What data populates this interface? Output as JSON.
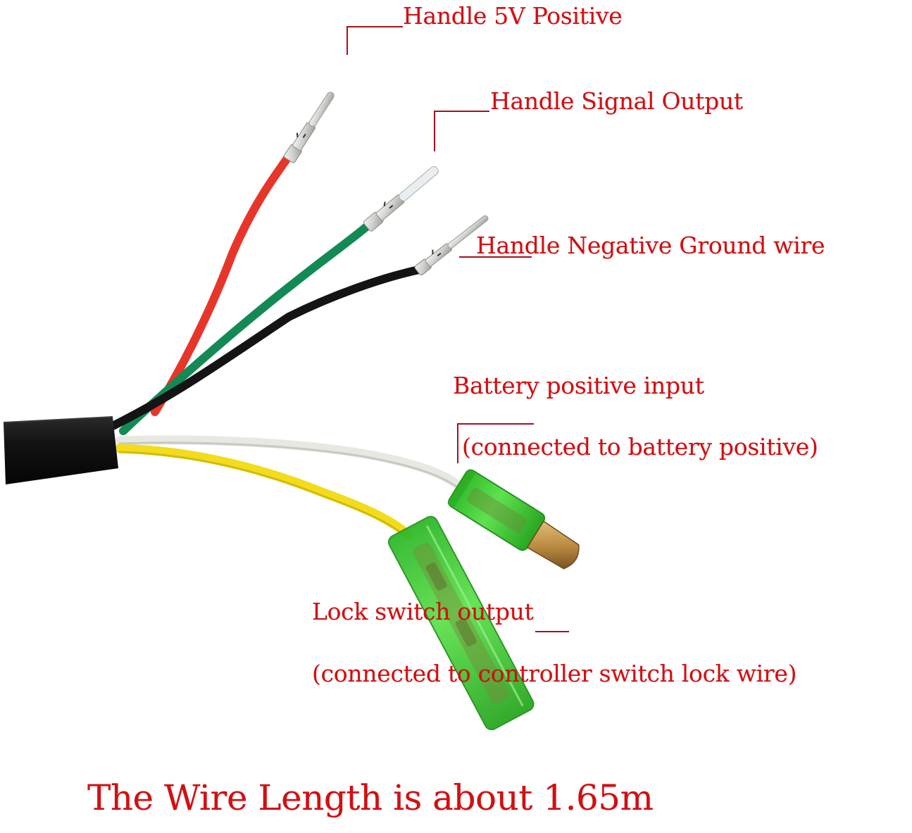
{
  "diagram": {
    "subject": "Throttle handle / lock switch wiring harness",
    "labels": {
      "handle_5v_positive": "Handle 5V Positive",
      "handle_signal_output": "Handle Signal Output",
      "handle_negative_ground": "Handle Negative Ground wire",
      "battery_positive_input": "Battery positive input",
      "battery_positive_note": "(connected to battery positive)",
      "lock_switch_output": "Lock switch output",
      "lock_switch_note": "(connected to controller switch lock wire)",
      "wire_length": "The Wire Length is about 1.65m"
    },
    "wires": [
      {
        "name": "red",
        "color": "#e8352a",
        "function": "Handle 5V Positive",
        "terminal": "pin"
      },
      {
        "name": "green",
        "color": "#138a55",
        "function": "Handle Signal Output",
        "terminal": "pin"
      },
      {
        "name": "black",
        "color": "#141414",
        "function": "Handle Negative Ground wire",
        "terminal": "pin"
      },
      {
        "name": "white",
        "color": "#eeeeea",
        "function": "Battery positive input",
        "terminal": "bullet connector (male)"
      },
      {
        "name": "yellow",
        "color": "#f2dc1c",
        "function": "Lock switch output",
        "terminal": "bullet connector (female)"
      }
    ],
    "colors": {
      "label_text": "#d20f12",
      "leader_line": "#a81020",
      "sheath": "#121212",
      "connector_green": "#44d63a",
      "brass": "#b9893f"
    }
  }
}
